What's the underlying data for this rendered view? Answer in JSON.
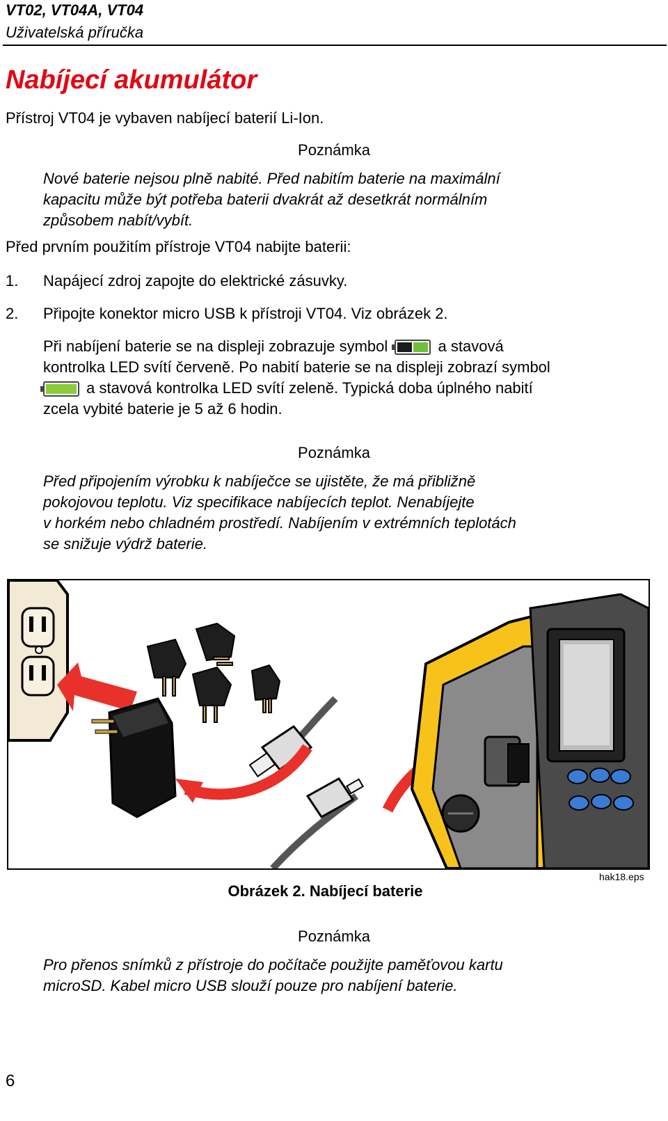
{
  "header": {
    "model": "VT02, VT04A, VT04",
    "manual": "Uživatelská příručka"
  },
  "section_title": "Nabíjecí akumulátor",
  "intro": "Přístroj VT04 je vybaven nabíjecí baterií Li-Ion.",
  "note1": {
    "heading": "Poznámka",
    "lines": [
      "Nové baterie nejsou plně nabité. Před nabitím baterie na maximální",
      "kapacitu může být potřeba baterii dvakrát až desetkrát normálním",
      "způsobem nabít/vybít."
    ]
  },
  "before_first_use": "Před prvním použitím přístroje VT04 nabijte baterii:",
  "steps": [
    {
      "num": "1.",
      "text": "Napájecí zdroj zapojte do elektrické zásuvky."
    },
    {
      "num": "2.",
      "text": "Připojte konektor micro USB k přístroji VT04. Viz obrázek 2."
    }
  ],
  "charging": {
    "line1_a": "Při nabíjení baterie se na displeji zobrazuje symbol",
    "line1_b": "a stavová",
    "line2": "kontrolka LED svítí červeně. Po nabití baterie se na displeji zobrazí symbol",
    "line3_b": "a stavová kontrolka LED svítí zeleně. Typická doba úplného nabití",
    "line4": "zcela vybité baterie je 5 až 6 hodin.",
    "icon_charging": "battery-charging-icon",
    "icon_full": "battery-full-icon"
  },
  "note2": {
    "heading": "Poznámka",
    "lines": [
      "Před připojením výrobku k nabíječce se ujistěte, že má přibližně",
      "pokojovou teplotu. Viz specifikace nabíjecích teplot. Nenabíjejte",
      "v horkém nebo chladném prostředí. Nabíjením v extrémních teplotách",
      "se snižuje výdrž baterie."
    ]
  },
  "figure": {
    "caption": "Obrázek 2. Nabíjecí baterie",
    "file_id": "hak18.eps"
  },
  "note3": {
    "heading": "Poznámka",
    "lines": [
      "Pro přenos snímků z přístroje do počítače použijte paměťovou kartu",
      "microSD. Kabel micro USB slouží pouze pro nabíjení baterie."
    ]
  },
  "page_number": "6",
  "colors": {
    "title_red": "#e30613",
    "device_yellow": "#f7c21a",
    "arrow_red": "#e8312a",
    "battery_green": "#8ccc3a"
  }
}
